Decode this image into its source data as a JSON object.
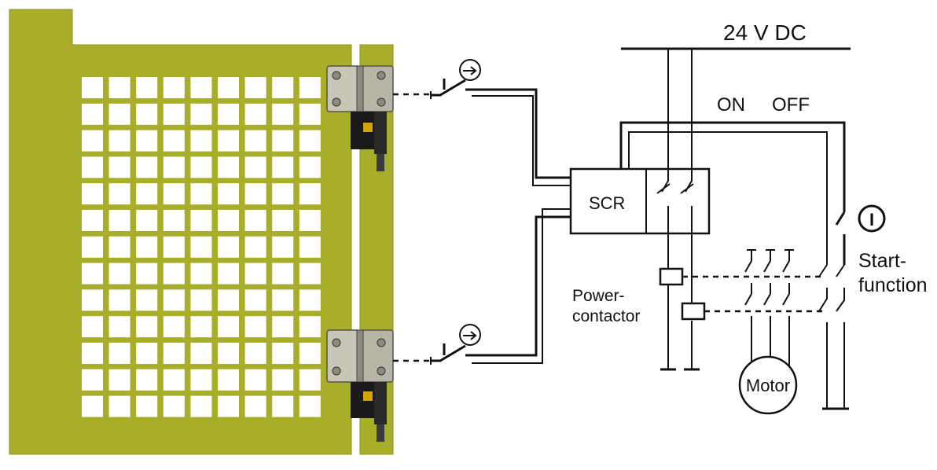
{
  "supply_label": "24 V DC",
  "on_label": "ON",
  "off_label": "OFF",
  "scr_label": "SCR",
  "power_contactor_label": [
    "Power-",
    "contactor"
  ],
  "start_function_label": [
    "Start-",
    "function"
  ],
  "motor_label": "Motor",
  "start_symbol": "I",
  "colors": {
    "gate_panel": "#a8ae2a",
    "gate_border": "#8d931f",
    "mesh_hole": "#ffffff",
    "line": "#111111",
    "hinge_metal": "#b9b5a6",
    "switch_body": "#1a1a1a"
  },
  "icons": [
    "gate-mesh-icon",
    "hinge-safety-switch-icon",
    "position-switch-symbol-icon",
    "arrow-circle-icon",
    "start-symbol-icon",
    "motor-icon"
  ]
}
